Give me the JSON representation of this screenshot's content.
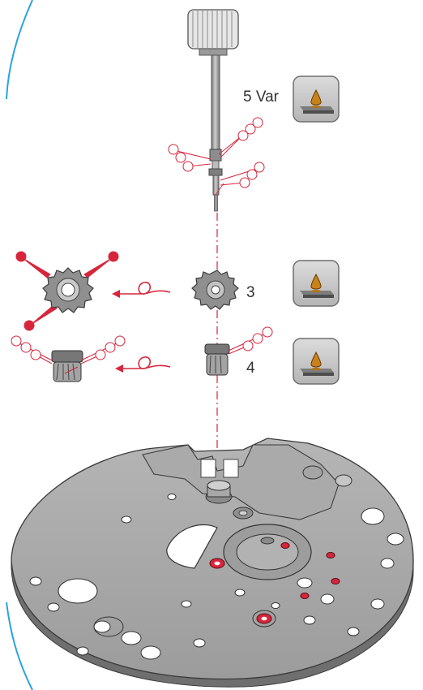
{
  "labels": {
    "step_5": "5 Var",
    "step_3": "3",
    "step_4": "4"
  },
  "icons": {
    "oil_applicator": "oil-drop-on-plate-icon",
    "stem": "winding-stem",
    "pinion_3": "winding-pinion",
    "pinion_4": "clutch-pinion",
    "mainplate": "movement-mainplate"
  },
  "colors": {
    "accent_red": "#d6263b",
    "metal_gray": "#8a8a8a",
    "edge_blue": "#2aa3e0",
    "oil_amber": "#c9821a"
  }
}
